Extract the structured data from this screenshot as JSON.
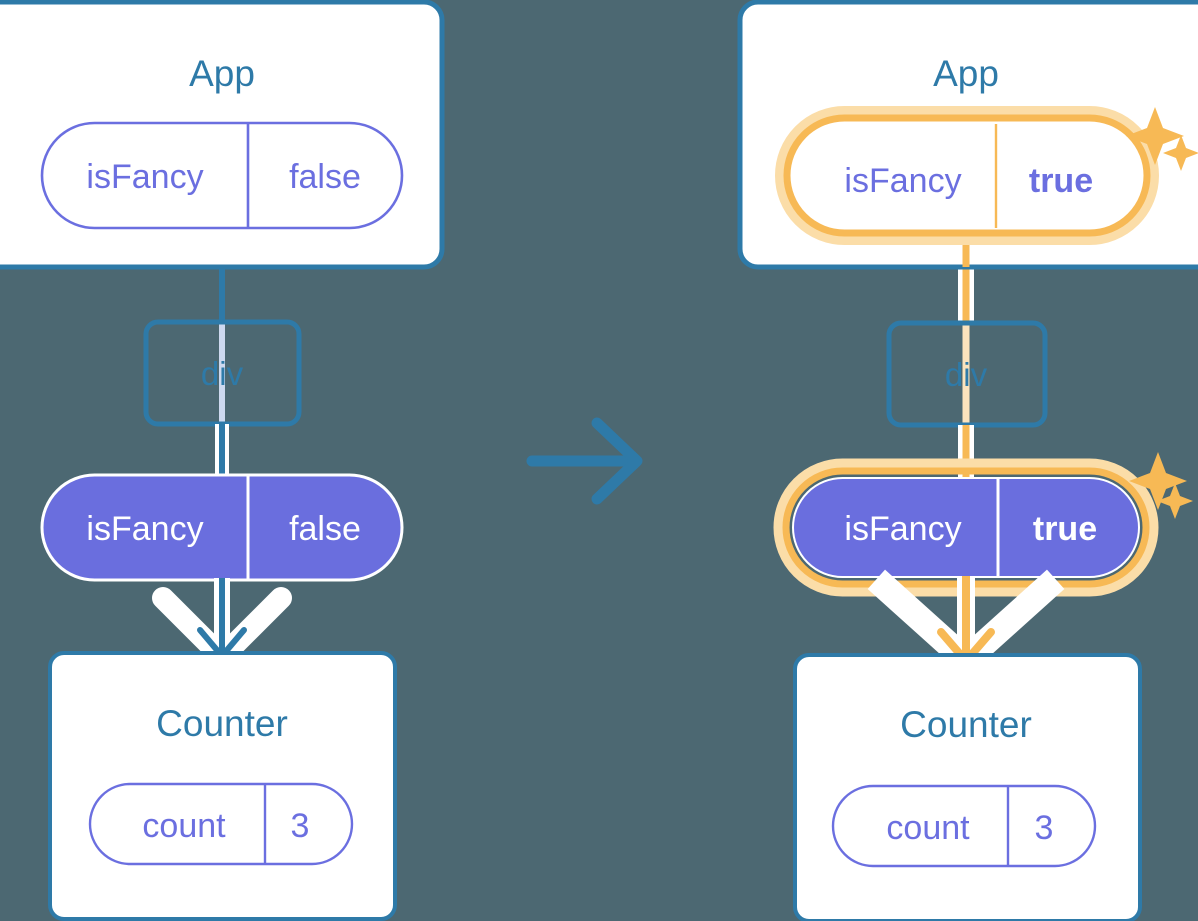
{
  "background_color": "#4c6872",
  "colors": {
    "blue": "#2e7aa8",
    "purple_line": "#6b6fe0",
    "purple_fill": "#6a6ede",
    "orange": "#f6b councilor"
  },
  "palette": {
    "blue": "#2e7aa8",
    "purple": "#6b6fe0",
    "purple_fill": "#6a6ede",
    "orange": "#f7b955",
    "orange_glow": "#fbdda8",
    "white": "#ffffff",
    "light_blue_line": "#cdd9ef",
    "light_orange_line": "#fbe3bd"
  },
  "transition": {
    "icon": "arrow-right-icon",
    "label": "becomes"
  },
  "panels": [
    {
      "id": "before",
      "side": "left",
      "app": {
        "title": "App",
        "state": {
          "name": "isFancy",
          "value": "false",
          "style": "outline",
          "highlighted": false,
          "bold_value": false
        }
      },
      "div": {
        "label": "div"
      },
      "prop": {
        "name": "isFancy",
        "value": "false",
        "style": "filled",
        "highlighted": false,
        "bold_value": false
      },
      "counter": {
        "title": "Counter",
        "state": {
          "name": "count",
          "value": "3",
          "style": "outline",
          "highlighted": false,
          "bold_value": false
        }
      },
      "connector_color": "#2e7aa8",
      "sparkles": false
    },
    {
      "id": "after",
      "side": "right",
      "app": {
        "title": "App",
        "state": {
          "name": "isFancy",
          "value": "true",
          "style": "outline",
          "highlighted": true,
          "bold_value": true
        }
      },
      "div": {
        "label": "div"
      },
      "prop": {
        "name": "isFancy",
        "value": "true",
        "style": "filled",
        "highlighted": true,
        "bold_value": true
      },
      "counter": {
        "title": "Counter",
        "state": {
          "name": "count",
          "value": "3",
          "style": "outline",
          "highlighted": false,
          "bold_value": false
        }
      },
      "connector_color": "#f7b955",
      "sparkles": true
    }
  ]
}
